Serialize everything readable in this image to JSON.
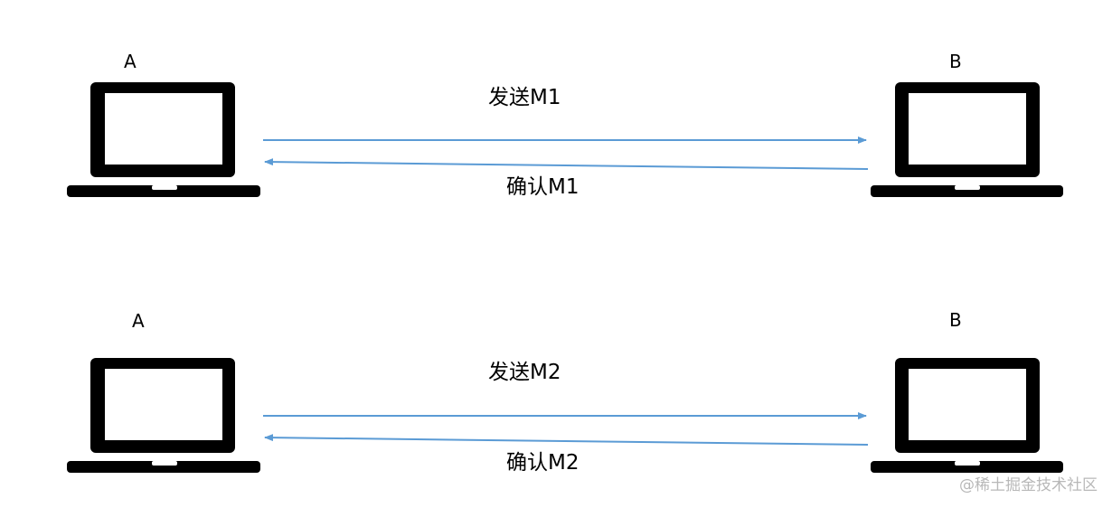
{
  "rows": [
    {
      "left_node": "A",
      "right_node": "B",
      "send_label": "发送M1",
      "ack_label": "确认M1"
    },
    {
      "left_node": "A",
      "right_node": "B",
      "send_label": "发送M2",
      "ack_label": "确认M2"
    }
  ],
  "watermark": "@稀土掘金技术社区",
  "colors": {
    "arrow": "#5b9bd5",
    "laptop": "#000000",
    "text": "#000000",
    "watermark": "#b8b8b8"
  },
  "icons": {
    "laptop": "laptop-icon"
  }
}
